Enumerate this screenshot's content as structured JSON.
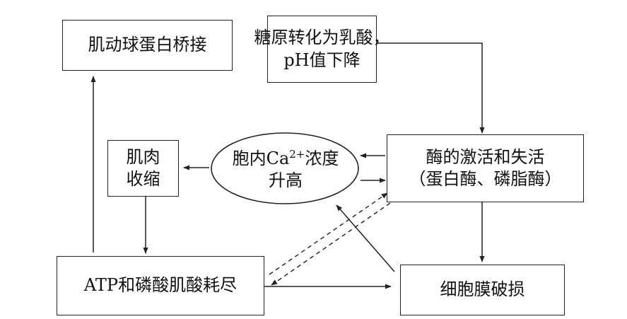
{
  "nodes": {
    "actomyosin": {
      "text": "肌动球蛋白桥接"
    },
    "glycogen": {
      "line1": "糖原转化为乳酸，",
      "line2": "pH值下降"
    },
    "contraction": {
      "line1": "肌肉",
      "line2": "收缩"
    },
    "calcium": {
      "line1_prefix": "胞内Ca",
      "line1_sup": "2+",
      "line1_suffix": "浓度",
      "line2": "升高"
    },
    "enzyme": {
      "line1": "酶的激活和失活",
      "line2": "（蛋白酶、磷脂酶）"
    },
    "atp": {
      "text": "ATP和磷酸肌酸耗尽"
    },
    "membrane": {
      "text": "细胞膜破损"
    }
  },
  "edges": [
    {
      "from": "atp",
      "to": "actomyosin",
      "style": "solid"
    },
    {
      "from": "glycogen",
      "to": "enzyme",
      "style": "solid"
    },
    {
      "from": "enzyme",
      "to": "calcium",
      "style": "solid"
    },
    {
      "from": "calcium",
      "to": "enzyme",
      "style": "solid"
    },
    {
      "from": "calcium",
      "to": "contraction",
      "style": "solid"
    },
    {
      "from": "contraction",
      "to": "atp",
      "style": "solid"
    },
    {
      "from": "enzyme",
      "to": "membrane",
      "style": "solid"
    },
    {
      "from": "membrane",
      "to": "calcium",
      "style": "solid"
    },
    {
      "from": "atp",
      "to": "membrane",
      "style": "solid"
    },
    {
      "from": "atp",
      "to": "enzyme",
      "style": "dashed"
    },
    {
      "from": "enzyme",
      "to": "atp",
      "style": "dashed"
    }
  ],
  "colors": {
    "stroke": "#222222",
    "background": "#ffffff"
  }
}
